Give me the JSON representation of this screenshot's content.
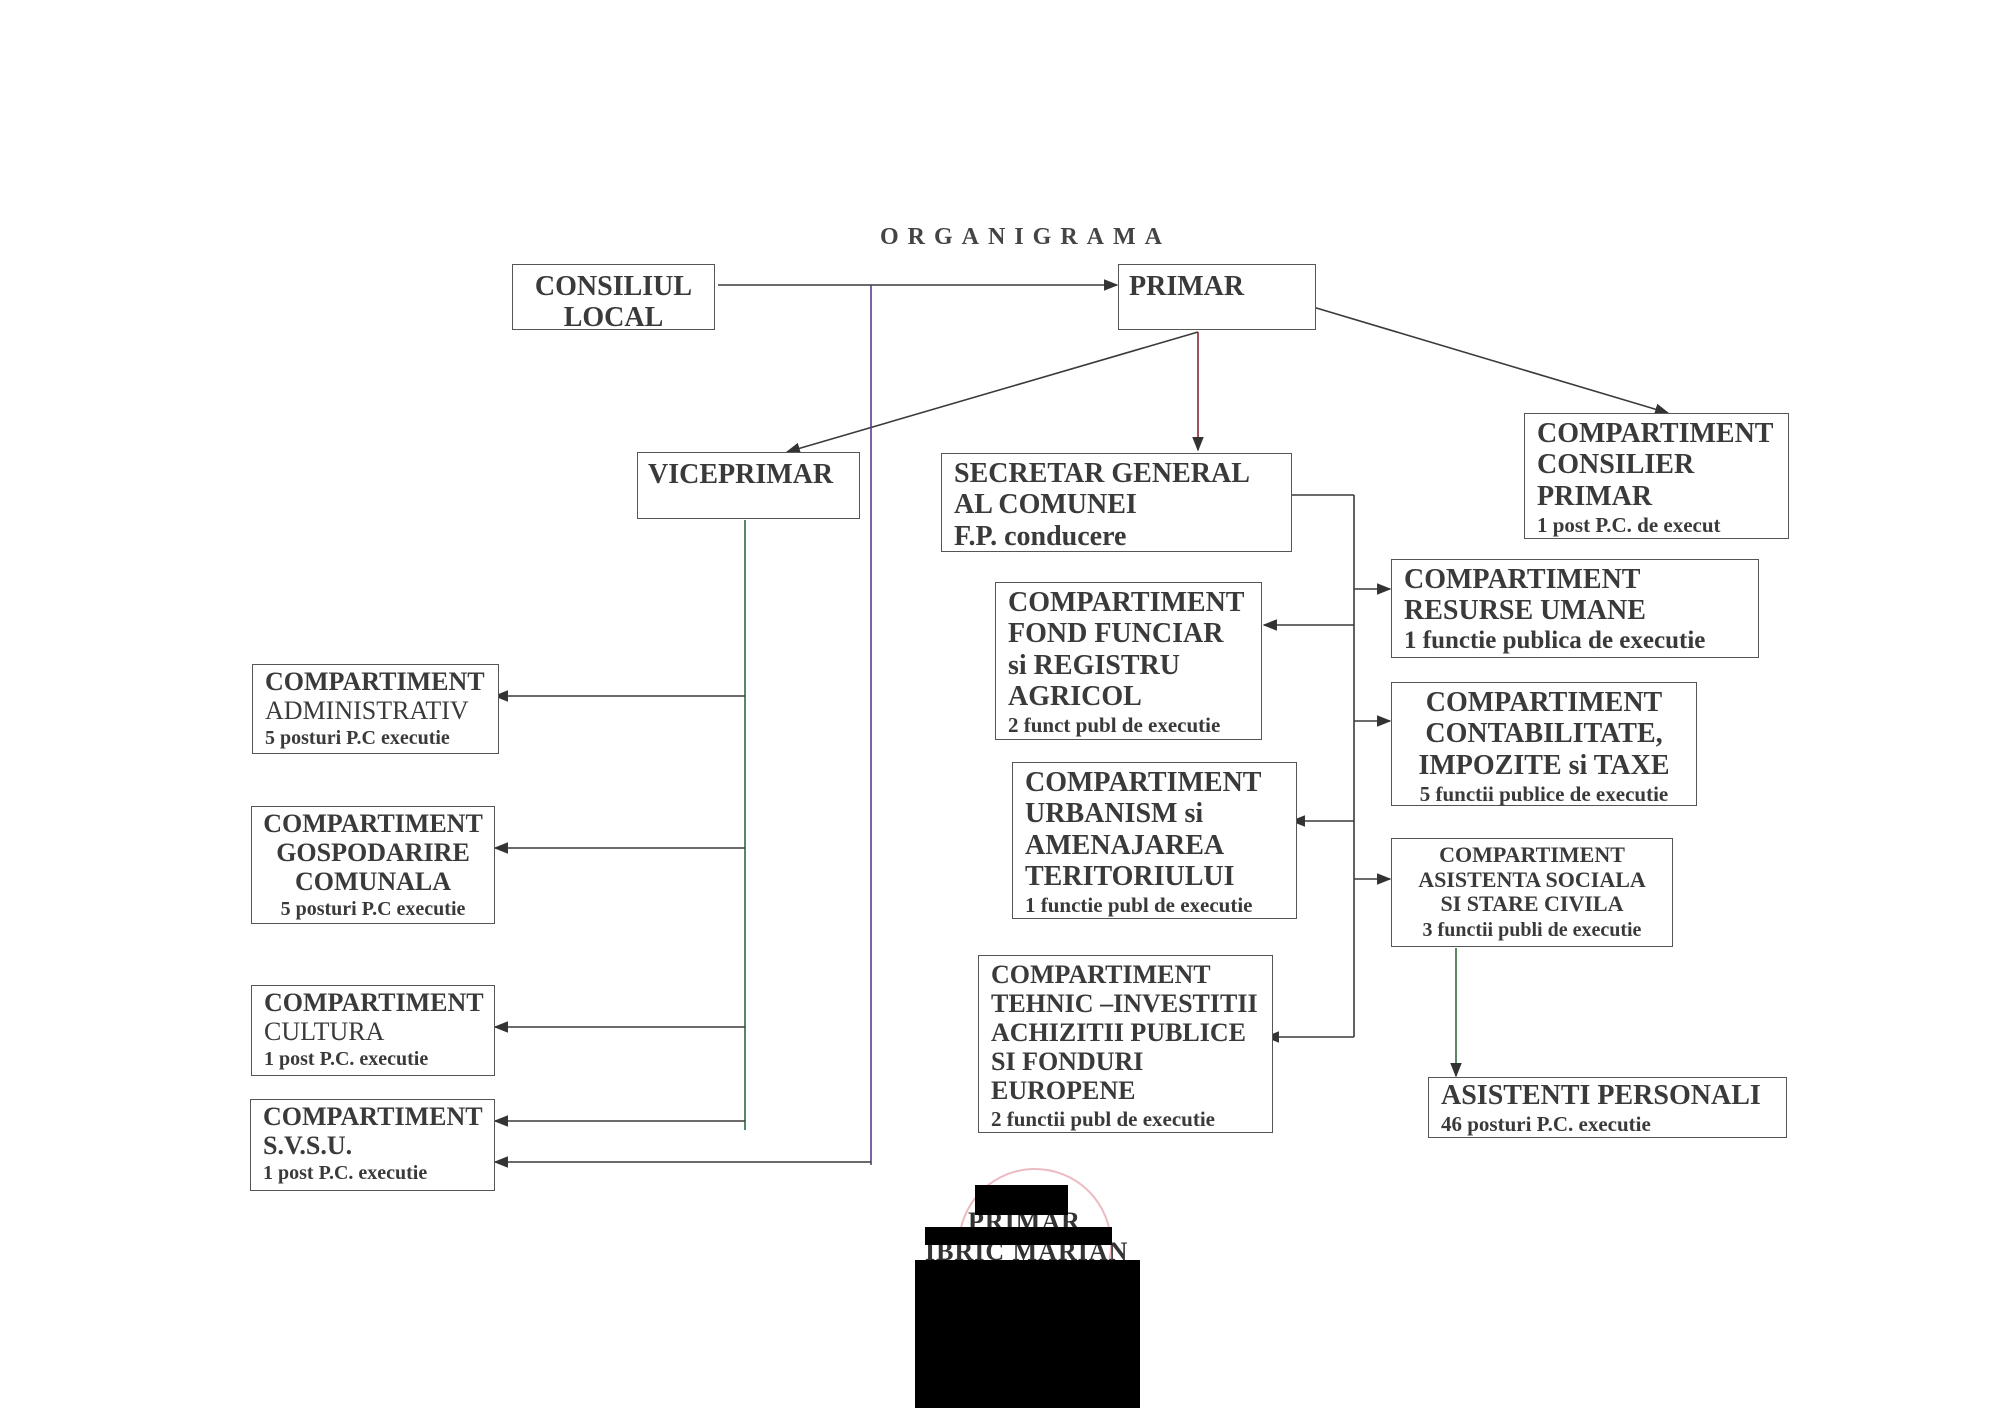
{
  "title": "ORGANIGRAMA",
  "colors": {
    "line": "#3a3a3a",
    "green_line": "#2e7d32",
    "purple_line": "#6a1b9a",
    "red_line": "#b71c1c"
  },
  "nodes": {
    "consiliul": {
      "l1": "CONSILIUL",
      "l2": "LOCAL"
    },
    "primar": {
      "l1": "PRIMAR"
    },
    "viceprimar": {
      "l1": "VICEPRIMAR"
    },
    "secretar": {
      "l1": "SECRETAR GENERAL",
      "l2": "AL COMUNEI",
      "l3": "F.P. conducere"
    },
    "consilier": {
      "l1": "COMPARTIMENT",
      "l2": "CONSILIER",
      "l3": "PRIMAR",
      "l4": "1 post P.C. de execut"
    },
    "resurse": {
      "l1": "COMPARTIMENT",
      "l2": "RESURSE UMANE",
      "l3": "1 functie publica de executie"
    },
    "fond": {
      "l1": "COMPARTIMENT",
      "l2": "FOND FUNCIAR",
      "l3": "si REGISTRU",
      "l4": "AGRICOL",
      "l5": "2 funct publ de executie"
    },
    "contabilitate": {
      "l1": "COMPARTIMENT",
      "l2": "CONTABILITATE,",
      "l3": "IMPOZITE si TAXE",
      "l4": "5 functii publice de executie"
    },
    "urbanism": {
      "l1": "COMPARTIMENT",
      "l2": "URBANISM si",
      "l3": "AMENAJAREA",
      "l4": "TERITORIULUI",
      "l5": "1 functie publ de executie"
    },
    "asistenta": {
      "l1": "COMPARTIMENT",
      "l2": "ASISTENTA SOCIALA",
      "l3": "SI STARE CIVILA",
      "l4": "3 functii publi de executie"
    },
    "tehnic": {
      "l1": "COMPARTIMENT",
      "l2": "TEHNIC –INVESTITII",
      "l3": "ACHIZITII PUBLICE",
      "l4": "SI FONDURI",
      "l5": "EUROPENE",
      "l6": "2 functii publ de executie"
    },
    "asistenti": {
      "l1": "ASISTENTI PERSONALI",
      "l2": "46 posturi P.C. executie"
    },
    "administrativ": {
      "l1": "COMPARTIMENT",
      "l2": "ADMINISTRATIV",
      "l3": "5 posturi P.C executie"
    },
    "gospodarire": {
      "l1": "COMPARTIMENT",
      "l2": "GOSPODARIRE",
      "l3": "COMUNALA",
      "l4": "5 posturi P.C executie"
    },
    "cultura": {
      "l1": "COMPARTIMENT",
      "l2": "CULTURA",
      "l3": "1 post P.C. executie"
    },
    "svsu": {
      "l1": "COMPARTIMENT",
      "l2": "S.V.S.U.",
      "l3": "1 post P.C. executie"
    }
  },
  "signature": {
    "role": "PRIMAR",
    "name": "IBRIC MARIAN"
  }
}
